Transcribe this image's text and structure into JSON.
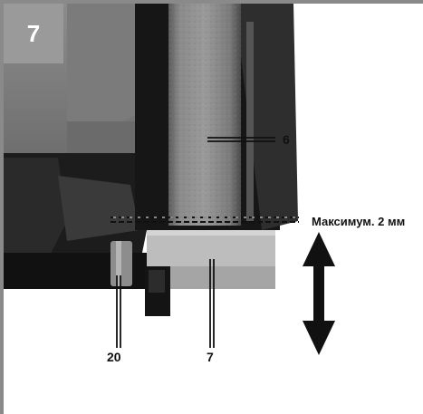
{
  "figure": {
    "number": "7"
  },
  "callouts": {
    "wheel": "6",
    "tool_rest": "7",
    "screw": "20",
    "gap_note": "Максимум. 2 мм"
  },
  "colors": {
    "badge": "#9a9a9a",
    "frame": "#8a8a8a"
  }
}
